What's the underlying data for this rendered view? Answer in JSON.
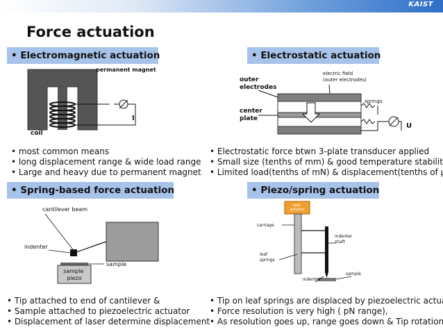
{
  "header": {
    "logo": "KAIST"
  },
  "title": "Force actuation",
  "sections": {
    "electromagnetic": {
      "heading": "• Electromagnetic actuation",
      "labels": {
        "magnet": "permanent magnet",
        "coil": "coil",
        "current": "I"
      },
      "bullets": [
        "most common means",
        "long displacement range & wide load range",
        "Large and heavy due to permanent magnet"
      ]
    },
    "electrostatic": {
      "heading": "• Electrostatic actuation",
      "labels": {
        "outer": "outer electrodes",
        "field": "electric field (outer electrodes)",
        "springs": "springs",
        "center": "center plate",
        "voltage": "U"
      },
      "bullets": [
        "Electrostatic force btwn 3-plate transducer applied",
        "Small size (tenths of mm) & good temperature stability",
        "Limited load(tenths of mN) & displacement(tenths of μN)"
      ]
    },
    "spring": {
      "heading": "• Spring-based force actuation",
      "labels": {
        "beam": "cantilever beam",
        "indenter": "indenter",
        "sample": "sample",
        "sample_piezo": "sample piezo"
      },
      "bullets": [
        "Tip attached to end of cantilever &",
        "Sample attached to piezoelectric actuator",
        "Displacement of laser determine displacement"
      ]
    },
    "piezo": {
      "heading": "• Piezo/spring actuation",
      "labels": {
        "piezo_box": "load actuator",
        "carriage": "carriage",
        "leaf": "leaf springs",
        "shaft": "indenter shaft",
        "indenter": "indenter",
        "sample": "sample"
      },
      "bullets": [
        "Tip on leaf springs are displaced by piezoelectric actuator",
        "Force resolution is very high ( pN range),",
        "As resolution goes up, range goes down & Tip rotation"
      ]
    }
  }
}
